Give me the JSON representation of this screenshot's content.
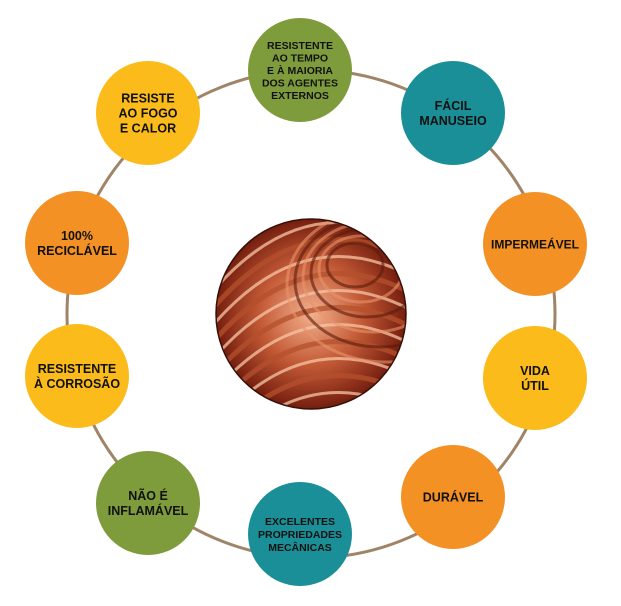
{
  "diagram": {
    "ring_color": "#a08468",
    "center_image": {
      "name": "copper-coil-image",
      "colors": [
        "#f3b08e",
        "#c35a36",
        "#7c2312",
        "#2a0b05"
      ]
    },
    "nodes": [
      {
        "name": "node-resistente-tempo",
        "lines": [
          "RESISTENTE",
          "AO TEMPO",
          "E À MAIORIA",
          "DOS AGENTES",
          "EXTERNOS"
        ],
        "color": "#7f9c3d"
      },
      {
        "name": "node-facil-manuseio",
        "lines": [
          "FÁCIL",
          "MANUSEIO"
        ],
        "color": "#1a8f98"
      },
      {
        "name": "node-impermeavel",
        "lines": [
          "IMPERMEÁVEL"
        ],
        "color": "#f39125"
      },
      {
        "name": "node-vida-util",
        "lines": [
          "VIDA",
          "ÚTIL"
        ],
        "color": "#fbbb1b"
      },
      {
        "name": "node-duravel",
        "lines": [
          "DURÁVEL"
        ],
        "color": "#f39125"
      },
      {
        "name": "node-propriedades-mecanicas",
        "lines": [
          "EXCELENTES",
          "PROPRIEDADES",
          "MECÂNICAS"
        ],
        "color": "#1a8f98"
      },
      {
        "name": "node-nao-inflamavel",
        "lines": [
          "NÃO É",
          "INFLAMÁVEL"
        ],
        "color": "#7f9c3d"
      },
      {
        "name": "node-resistente-corrosao",
        "lines": [
          "RESISTENTE",
          "À CORROSÃO"
        ],
        "color": "#fbbb1b"
      },
      {
        "name": "node-reciclavel",
        "lines": [
          "100%",
          "RECICLÁVEL"
        ],
        "color": "#f39125"
      },
      {
        "name": "node-fogo-calor",
        "lines": [
          "RESISTE",
          "AO FOGO",
          "E CALOR"
        ],
        "color": "#fbbb1b"
      }
    ]
  }
}
